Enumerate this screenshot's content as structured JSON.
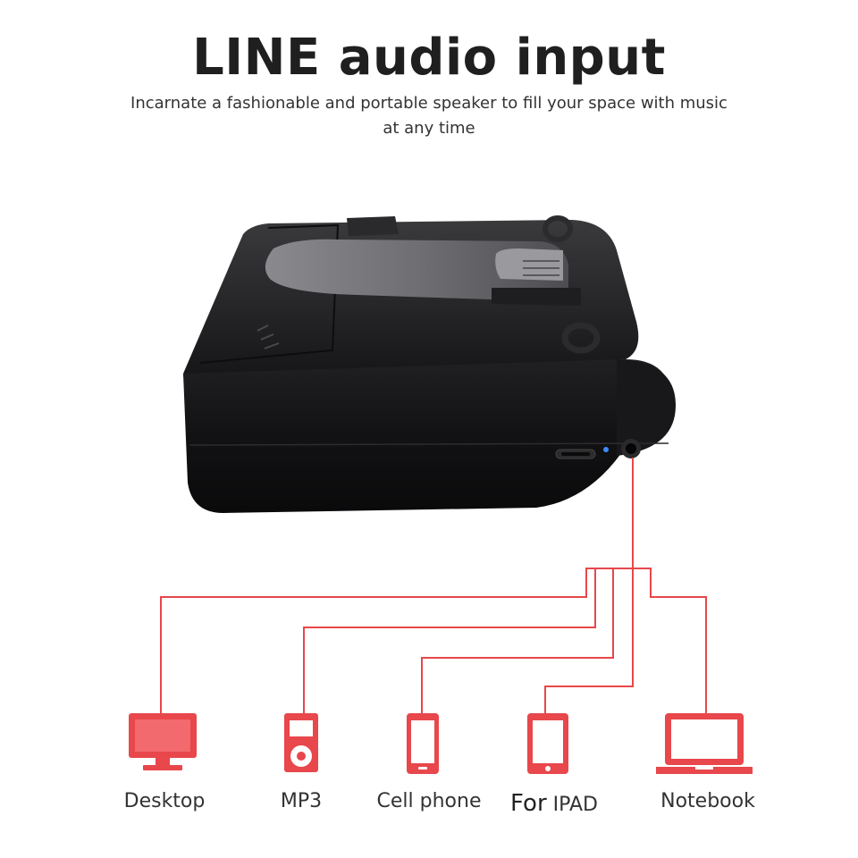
{
  "header": {
    "title": "LINE audio input",
    "subtitle": "Incarnate a fashionable and portable speaker to fill your space with music at any time"
  },
  "colors": {
    "accent": "#e8474b",
    "text": "#333333",
    "product": "#1c1c1e"
  },
  "devices": [
    {
      "label": "Desktop",
      "icon": "desktop-monitor-icon"
    },
    {
      "label": "MP3",
      "icon": "mp3-player-icon"
    },
    {
      "label": "Cell phone",
      "icon": "cell-phone-icon"
    },
    {
      "label_lead": "For",
      "label": "IPAD",
      "icon": "tablet-icon"
    },
    {
      "label": "Notebook",
      "icon": "laptop-icon"
    }
  ]
}
